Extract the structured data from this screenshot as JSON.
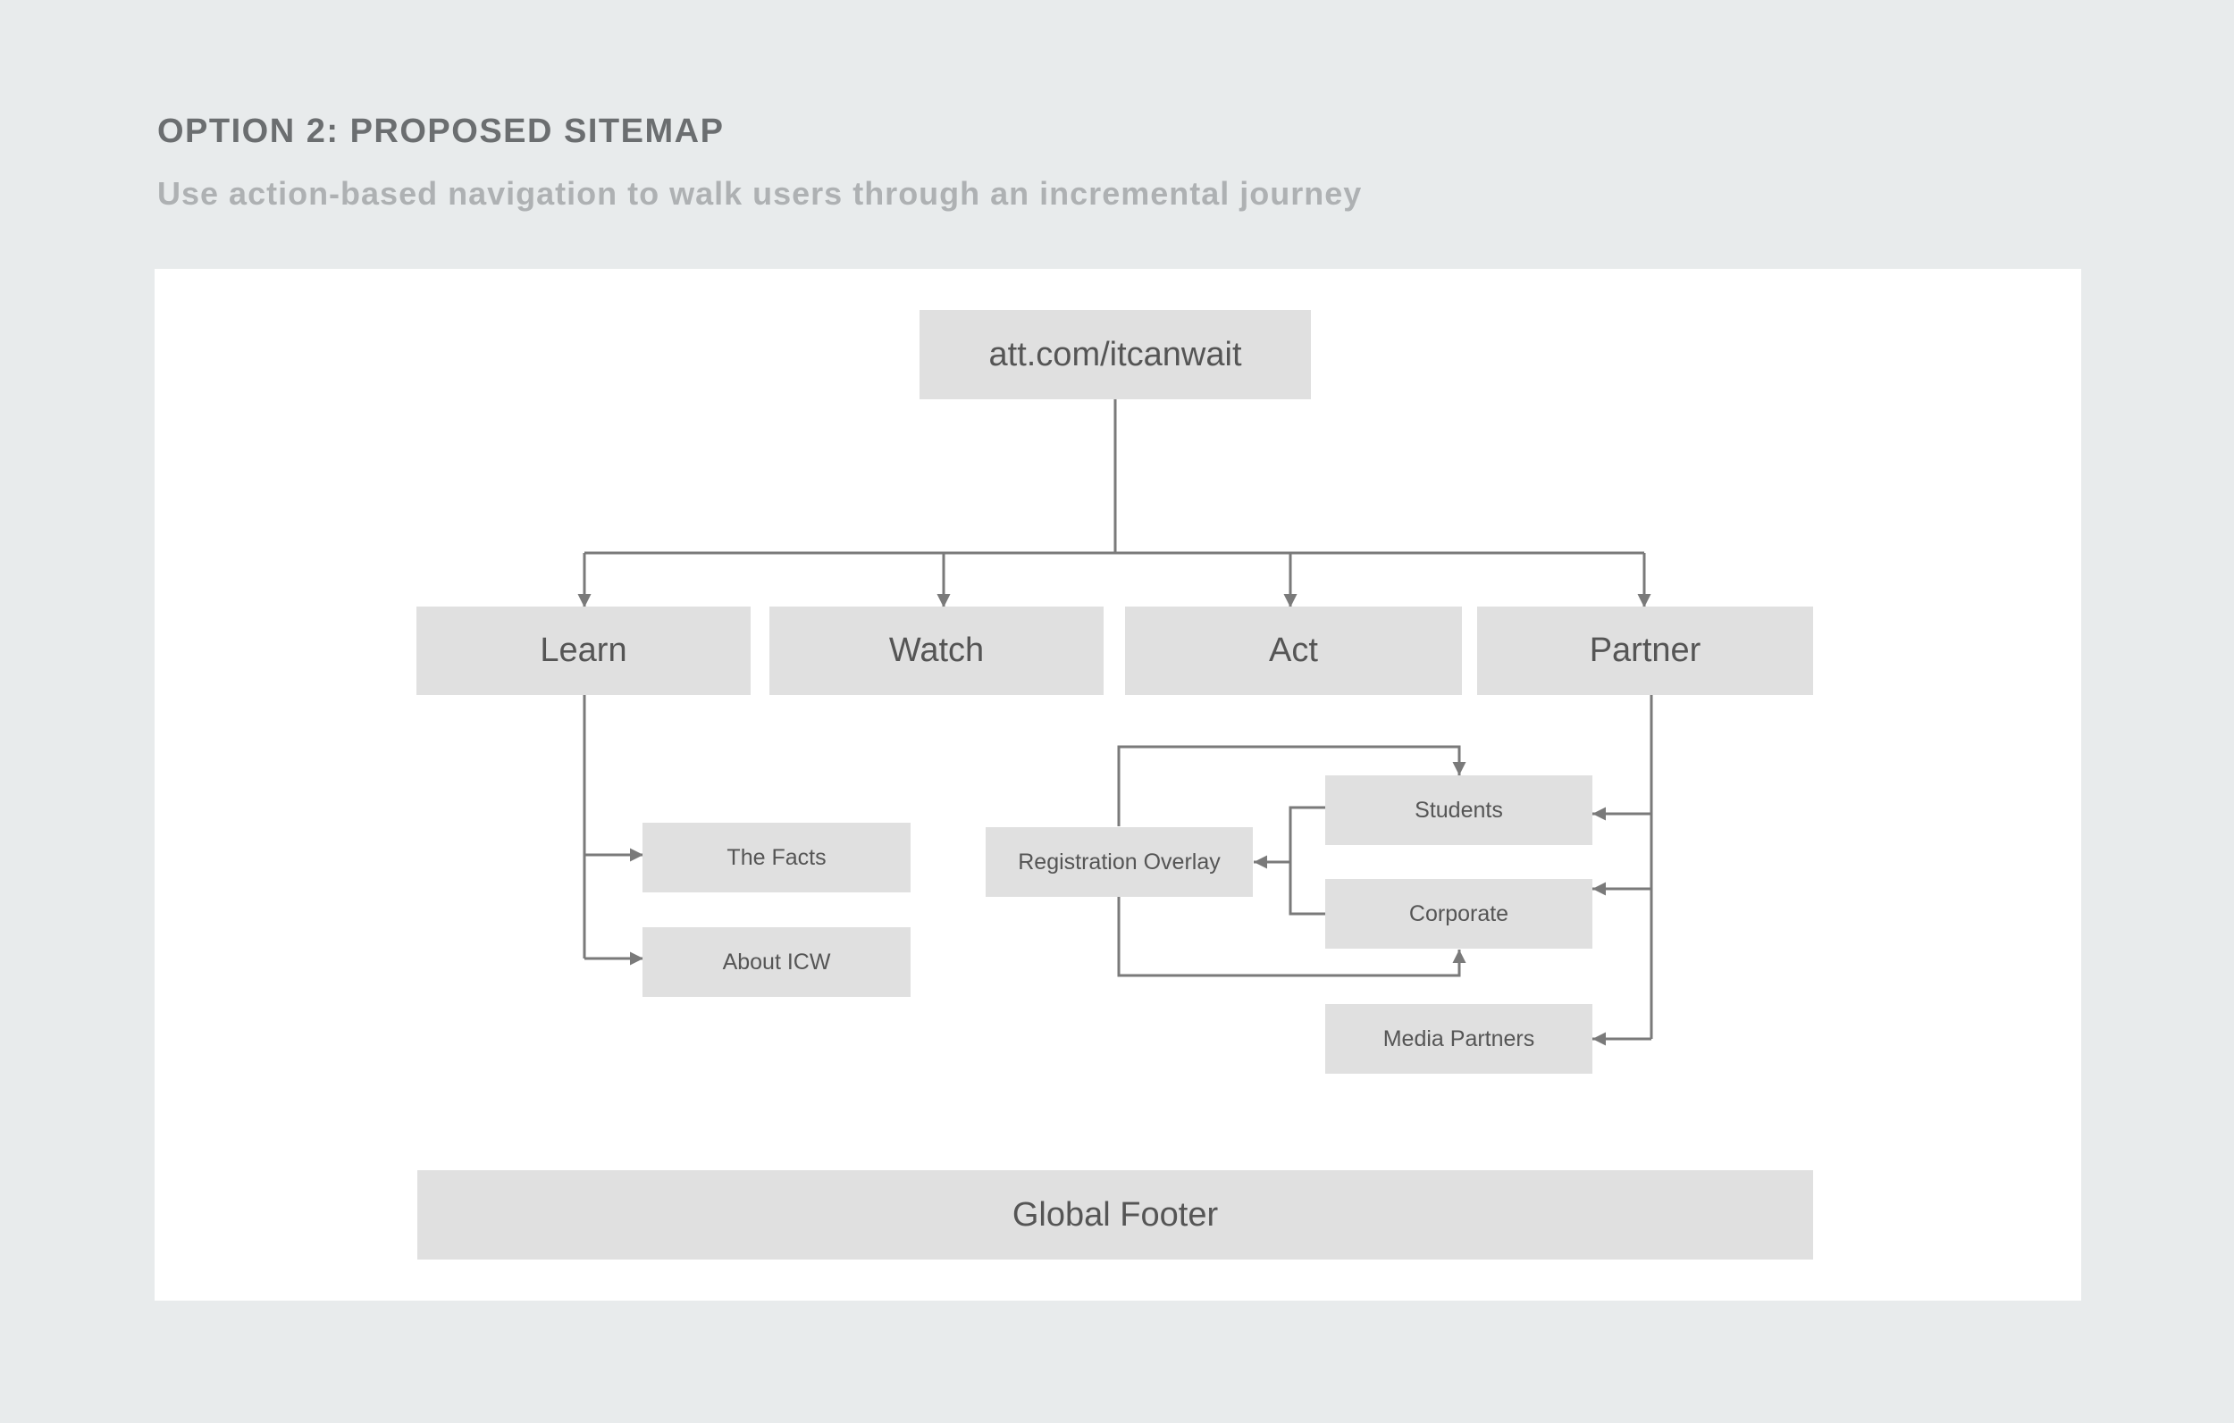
{
  "header": {
    "title": "OPTION 2: PROPOSED SITEMAP",
    "subtitle": "Use action-based navigation to walk users through an incremental journey"
  },
  "sitemap": {
    "root": "att.com/itcanwait",
    "sections": {
      "learn": "Learn",
      "watch": "Watch",
      "act": "Act",
      "partner": "Partner"
    },
    "learn_children": {
      "facts": "The Facts",
      "about": "About ICW"
    },
    "act_children": {
      "registration": "Registration Overlay"
    },
    "partner_children": {
      "students": "Students",
      "corporate": "Corporate",
      "media": "Media Partners"
    },
    "footer": "Global Footer"
  },
  "colors": {
    "background": "#e8ebec",
    "panel": "#ffffff",
    "box": "#e0e0e0",
    "line": "#7a7a7a",
    "title": "#6b6e70",
    "subtitle": "#aeb1b3"
  }
}
